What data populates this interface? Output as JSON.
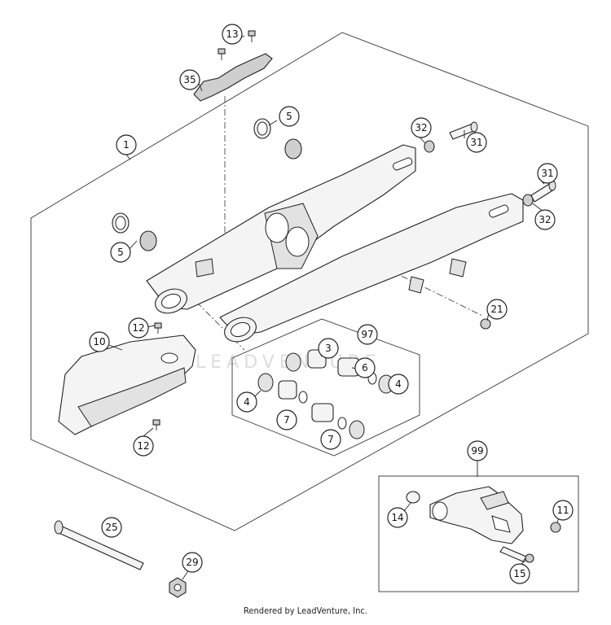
{
  "diagram": {
    "callouts": {
      "c1": "1",
      "c3": "3",
      "c4a": "4",
      "c4b": "4",
      "c5a": "5",
      "c5b": "5",
      "c6": "6",
      "c7a": "7",
      "c7b": "7",
      "c10": "10",
      "c11": "11",
      "c12a": "12",
      "c12b": "12",
      "c13": "13",
      "c14": "14",
      "c15": "15",
      "c21": "21",
      "c25": "25",
      "c29": "29",
      "c31a": "31",
      "c31b": "31",
      "c32a": "32",
      "c32b": "32",
      "c35": "35",
      "c97": "97",
      "c99": "99"
    },
    "watermark": "LEADVENTURE"
  },
  "footer": {
    "credit": "Rendered by LeadVenture, Inc."
  }
}
